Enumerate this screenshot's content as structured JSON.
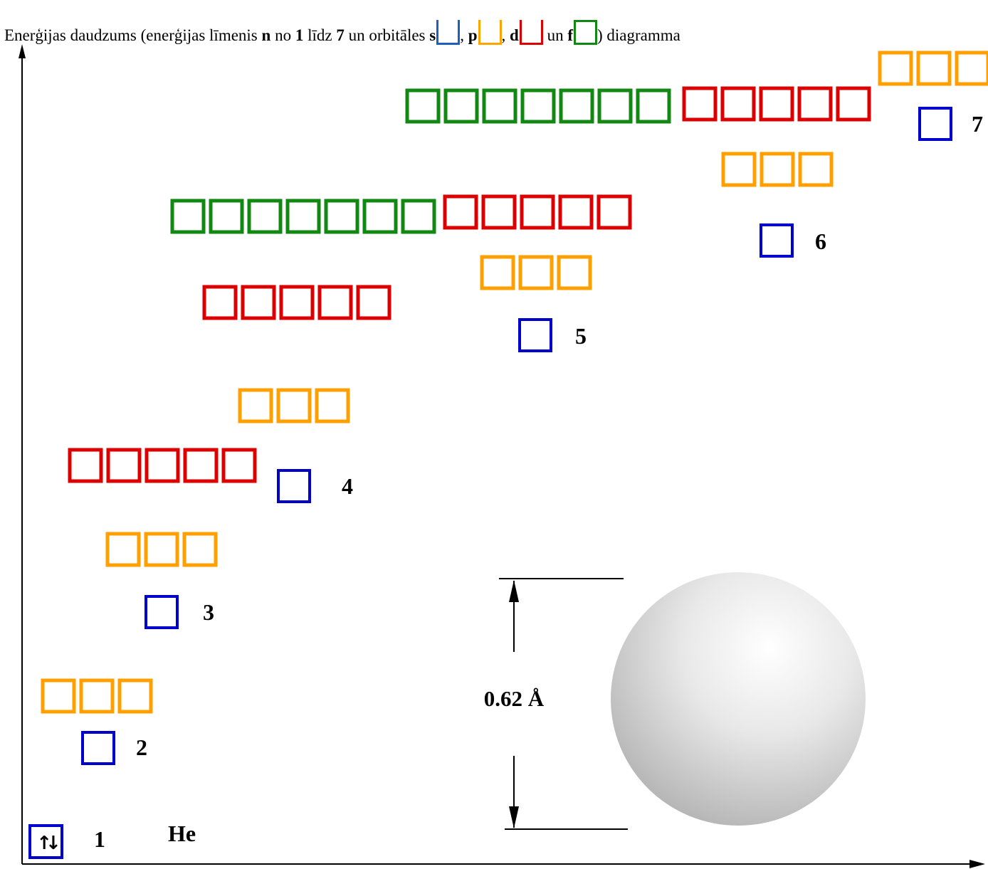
{
  "title": {
    "part1": "Enerģijas daudzums (enerģijas līmenis ",
    "n": "n",
    "part2": " no ",
    "from": "1",
    "part3": " līdz ",
    "to": "7",
    "part4": " un orbitāles ",
    "s": "s",
    "p": "p",
    "d": "d",
    "f": "f",
    "sep": ", ",
    "un": " un ",
    "part5": ") diagramma"
  },
  "colors": {
    "s": "#0000cc",
    "p": "#ffa000",
    "d": "#dd0000",
    "f": "#118811",
    "legend_s": "#1f5fbf"
  },
  "levels": [
    {
      "n": "1",
      "label": "1"
    },
    {
      "n": "2",
      "label": "2"
    },
    {
      "n": "3",
      "label": "3"
    },
    {
      "n": "4",
      "label": "4"
    },
    {
      "n": "5",
      "label": "5"
    },
    {
      "n": "6",
      "label": "6"
    },
    {
      "n": "7",
      "label": "7"
    }
  ],
  "orbital_boxes": {
    "s": 1,
    "p": 3,
    "d": 5,
    "f": 7
  },
  "element": "He",
  "electron_configuration": {
    "1s": "↑↓"
  },
  "atom_size_label": "0.62 Å"
}
